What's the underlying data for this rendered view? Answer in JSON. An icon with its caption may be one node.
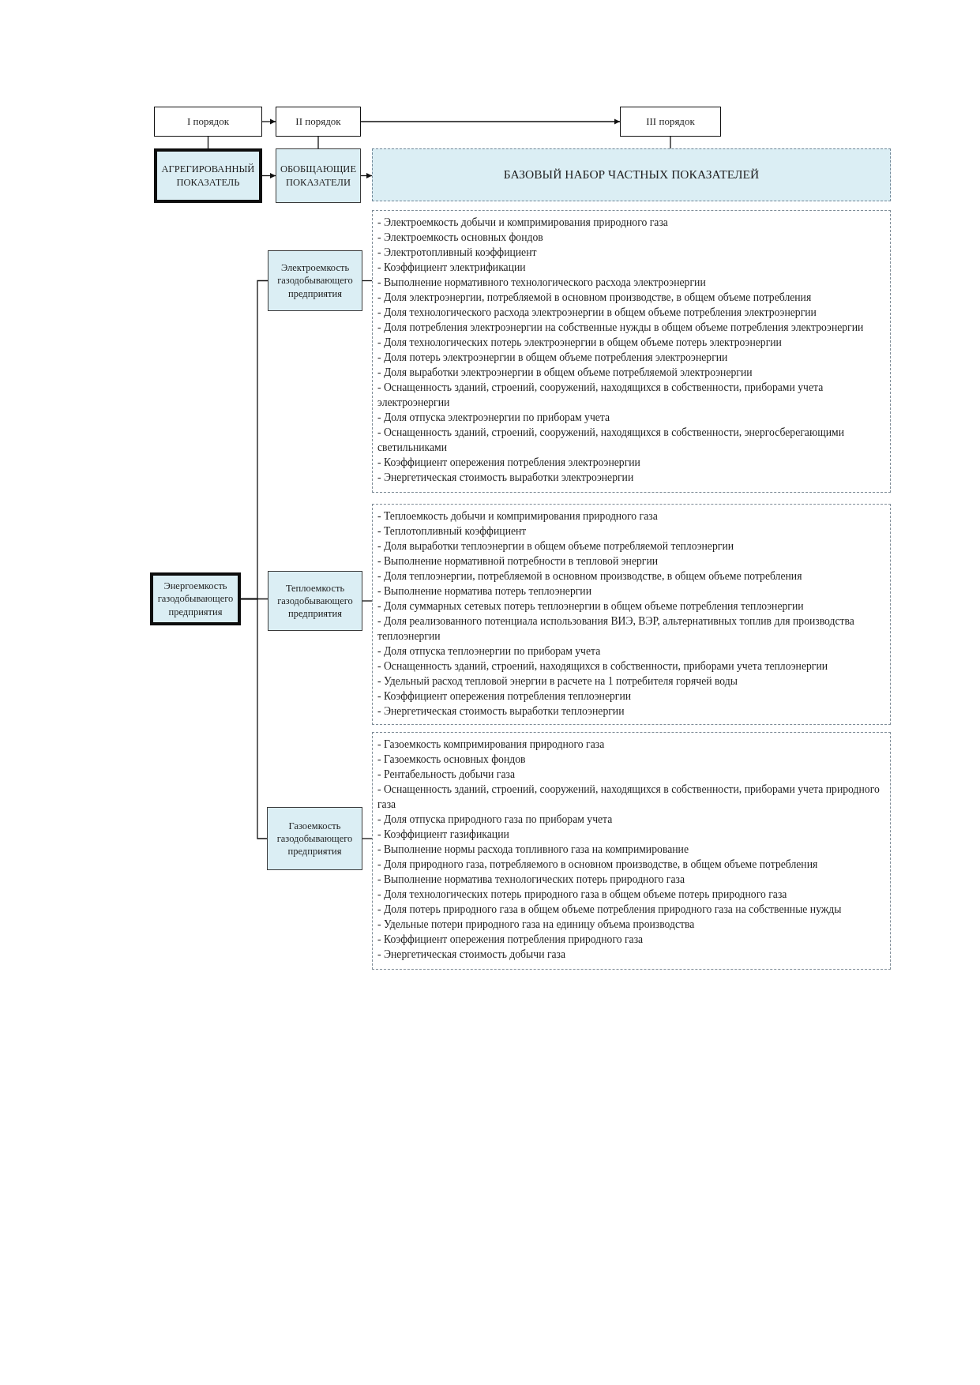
{
  "diagram": {
    "nodes": [
      {
        "text": [
          "I порядок"
        ]
      },
      {
        "text": [
          "II порядок"
        ]
      },
      {
        "text": [
          "III порядок"
        ]
      },
      {
        "text": [
          "АГРЕГИРОВАННЫЙ ПОКАЗАТЕЛЬ"
        ]
      },
      {
        "text": [
          "ОБОБЩАЮЩИЕ ПОКАЗАТЕЛИ"
        ]
      },
      {
        "text": [
          "БАЗОВЫЙ НАБОР ЧАСТНЫХ ПОКАЗАТЕЛЕЙ"
        ]
      },
      {
        "text": [
          "Электроемкость газодобывающего предприятия"
        ]
      },
      {
        "text": [
          "- Электроемкость добычи и компримирования природного газа",
          "- Электроемкость основных фондов",
          "- Электротопливный коэффициент",
          "- Коэффициент электрификации",
          "- Выполнение нормативного технологического расхода электроэнергии",
          "- Доля электроэнергии, потребляемой в основном производстве, в общем объеме потребления",
          "- Доля технологического расхода электроэнергии в общем объеме потребления электроэнергии",
          "- Доля потребления электроэнергии на собственные нужды в общем объеме потребления электроэнергии",
          "- Доля технологических потерь электроэнергии в общем объеме потерь электроэнергии",
          "- Доля потерь электроэнергии в общем объеме потребления электроэнергии",
          "- Доля выработки электроэнергии в общем объеме потребляемой электроэнергии",
          "- Оснащенность зданий, строений, сооружений, находящихся в собственности, приборами учета электроэнергии",
          "- Доля отпуска электроэнергии по приборам учета",
          "- Оснащенность зданий, строений, сооружений, находящихся в собственности, энергосберегающими светильниками",
          "- Коэффициент опережения потребления электроэнергии",
          "- Энергетическая стоимость выработки электроэнергии"
        ]
      },
      {
        "text": [
          "Энергоемкость газодобывающего предприятия"
        ]
      },
      {
        "text": [
          "Теплоемкость газодобывающего предприятия"
        ]
      },
      {
        "text": [
          "- Теплоемкость добычи и компримирования природного газа",
          "- Теплотопливный коэффициент",
          "- Доля выработки теплоэнергии в общем объеме потребляемой теплоэнергии",
          "- Выполнение нормативной потребности в тепловой энергии",
          "- Доля теплоэнергии, потребляемой в основном производстве, в общем объеме потребления",
          "- Выполнение норматива потерь теплоэнергии",
          "- Доля суммарных сетевых потерь теплоэнергии в общем объеме потребления теплоэнергии",
          "- Доля реализованного потенциала использования ВИЭ, ВЭР, альтернативных топлив для производства теплоэнергии",
          "- Доля отпуска теплоэнергии по приборам учета",
          "- Оснащенность зданий, строений, находящихся в собственности, приборами учета теплоэнергии",
          "- Удельный расход тепловой энергии в расчете на 1 потребителя горячей воды",
          "- Коэффициент опережения потребления теплоэнергии",
          "- Энергетическая стоимость выработки теплоэнергии"
        ]
      },
      {
        "text": [
          "Газоемкость газодобывающего предприятия"
        ]
      },
      {
        "text": [
          "- Газоемкость компримирования природного газа",
          "- Газоемкость основных фондов",
          "- Рентабельность добычи газа",
          "- Оснащенность зданий, строений, сооружений, находящихся в собственности, приборами учета природного газа",
          "- Доля отпуска природного газа по приборам учета",
          "- Коэффициент газификации",
          "- Выполнение нормы расхода топливного газа на компримирование",
          "- Доля природного газа, потребляемого в основном производстве, в общем объеме потребления",
          "- Выполнение норматива технологических потерь природного газа",
          "- Доля технологических потерь природного газа в общем объеме потерь природного газа",
          "- Доля потерь природного газа в общем объеме потребления природного газа на собственные нужды",
          "- Удельные потери природного газа на единицу объема производства",
          "- Коэффициент опережения потребления природного газа",
          "- Энергетическая стоимость добычи газа"
        ]
      }
    ],
    "edges": [
      {
        "from": 0,
        "to": 1,
        "arrow": "to"
      },
      {
        "from": 1,
        "to": 2,
        "arrow": "to"
      },
      {
        "from": 0,
        "to": 3,
        "arrow": "none"
      },
      {
        "from": 1,
        "to": 4,
        "arrow": "none"
      },
      {
        "from": 2,
        "to": 5,
        "arrow": "none"
      },
      {
        "from": 3,
        "to": 4,
        "arrow": "to"
      },
      {
        "from": 4,
        "to": 5,
        "arrow": "to"
      },
      {
        "from": 8,
        "to": 6,
        "arrow": "none"
      },
      {
        "from": 8,
        "to": 9,
        "arrow": "none"
      },
      {
        "from": 8,
        "to": 11,
        "arrow": "none"
      },
      {
        "from": 6,
        "to": 7,
        "arrow": "none"
      },
      {
        "from": 9,
        "to": 10,
        "arrow": "none"
      },
      {
        "from": 11,
        "to": 12,
        "arrow": "none"
      }
    ]
  }
}
